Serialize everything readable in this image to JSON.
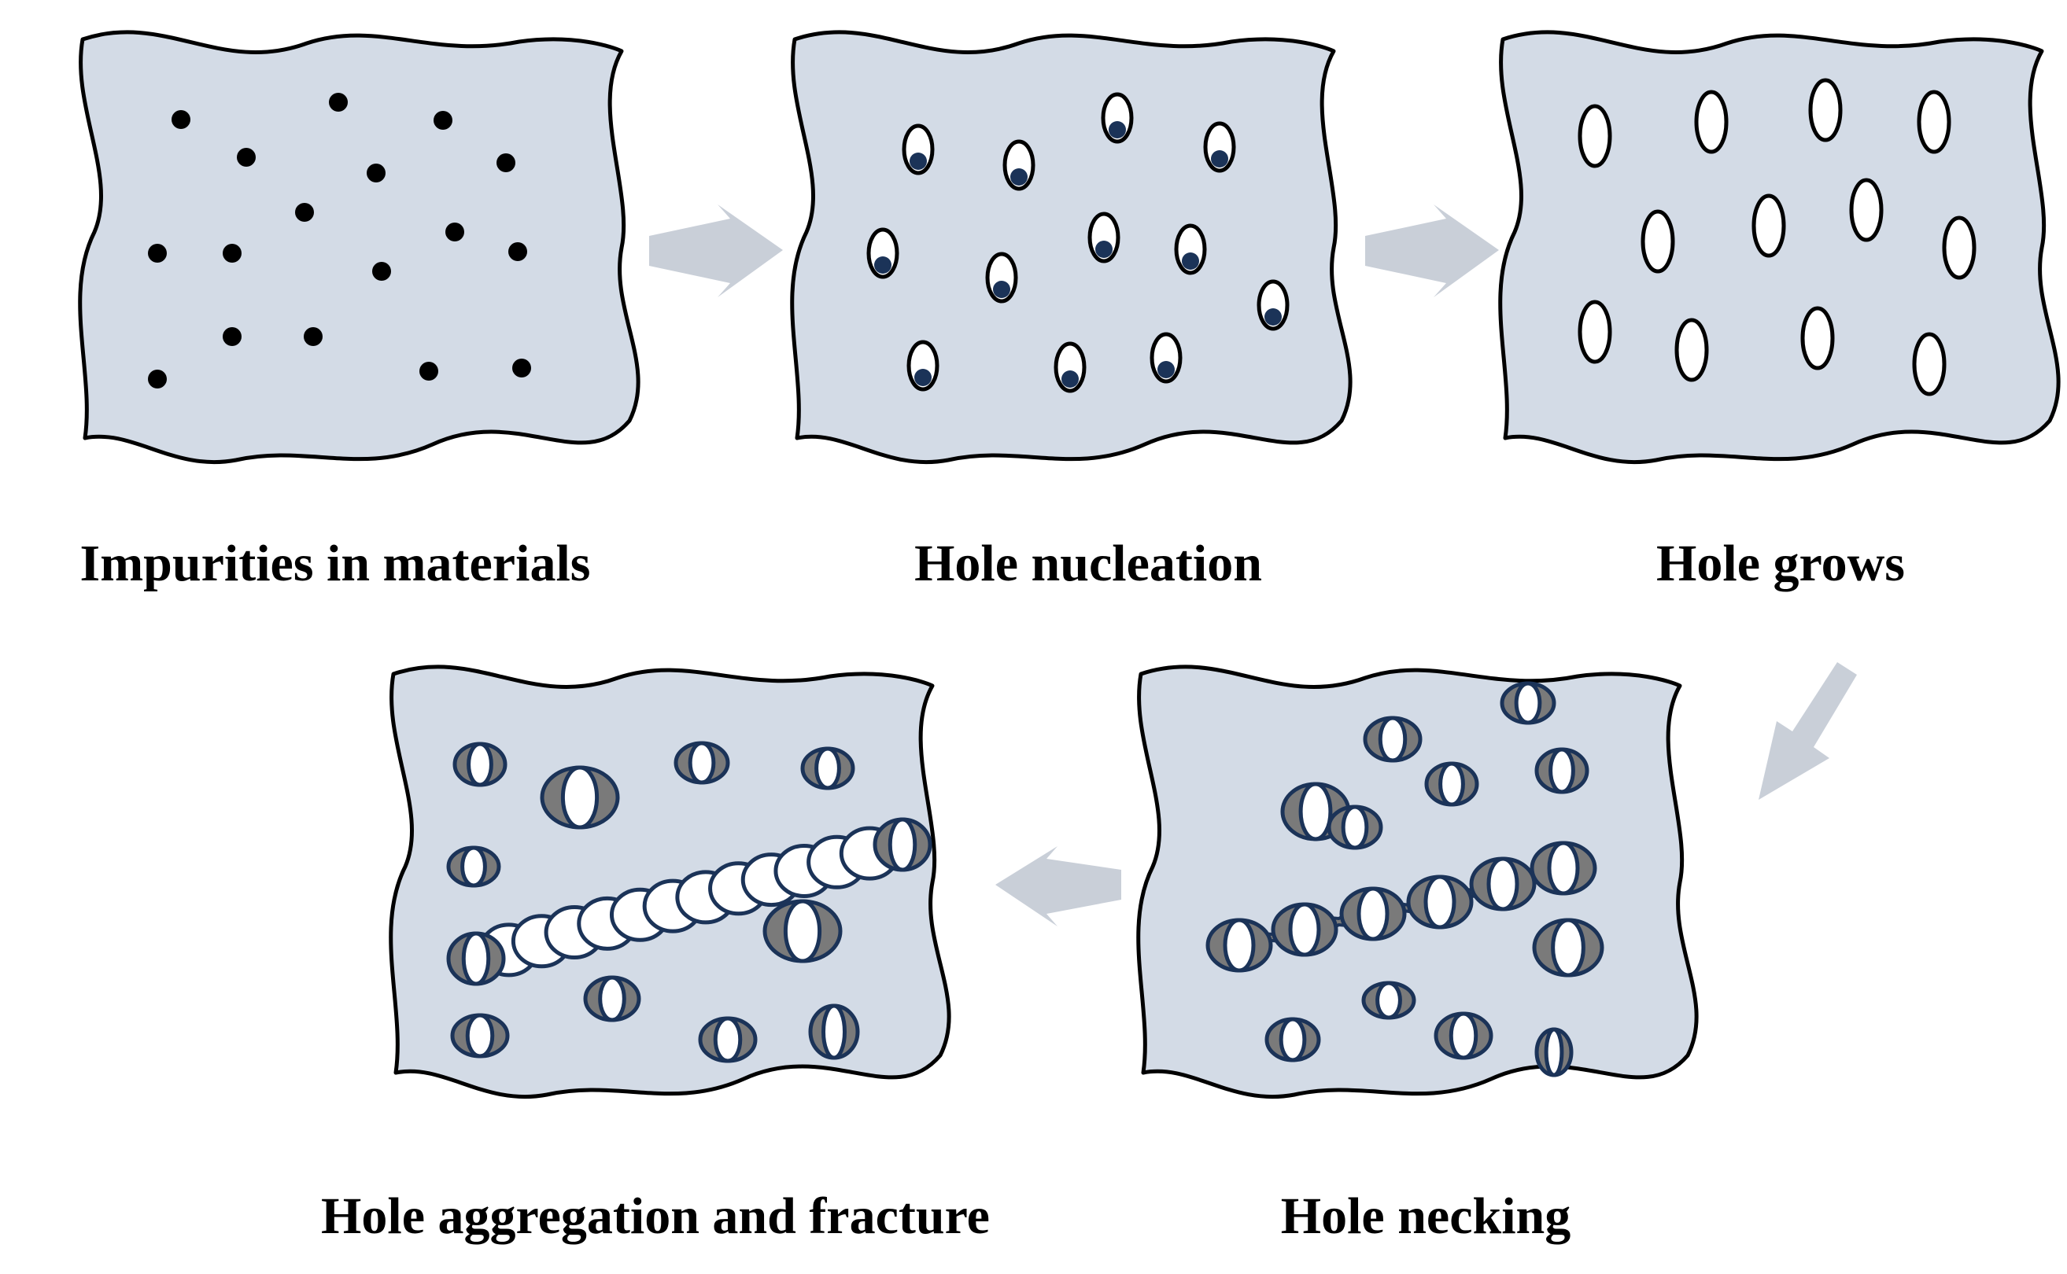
{
  "colors": {
    "plate_fill": "#d3dbe6",
    "plate_stroke": "#000000",
    "arrow": "#c9cfd8",
    "navy": "#1b3358",
    "void_grey": "#7a7a7a",
    "hole_fill": "#ffffff"
  },
  "stages": [
    {
      "label": "Impurities in materials",
      "icon": "impurity-dots"
    },
    {
      "label": "Hole nucleation",
      "icon": "nucleated-holes"
    },
    {
      "label": "Hole grows",
      "icon": "grown-holes"
    },
    {
      "label": "Hole necking",
      "icon": "necking-holes"
    },
    {
      "label": "Hole aggregation and fracture",
      "icon": "fracture-band"
    }
  ],
  "flow_arrows": [
    "arrow-right",
    "arrow-right",
    "arrow-down-left",
    "arrow-left"
  ]
}
